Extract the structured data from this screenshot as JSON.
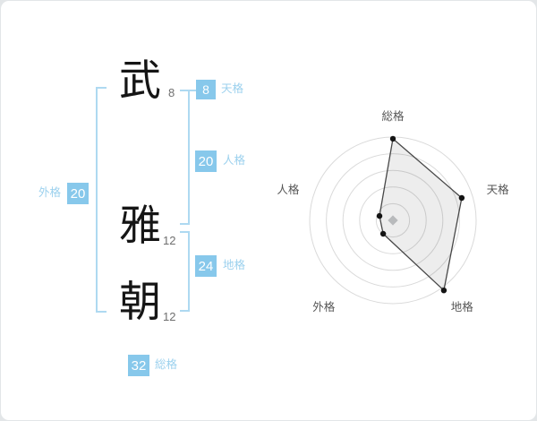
{
  "colors": {
    "accent": "#87c8eb",
    "label": "#9cd1ee",
    "bracket": "#aed9f1"
  },
  "name_display": {
    "chars": [
      {
        "char": "武",
        "strokes": "8"
      },
      {
        "char": "雅",
        "strokes": "12"
      },
      {
        "char": "朝",
        "strokes": "12"
      }
    ]
  },
  "scores": {
    "tenkaku": {
      "label": "天格",
      "value": "8"
    },
    "jinkaku": {
      "label": "人格",
      "value": "20"
    },
    "chikaku": {
      "label": "地格",
      "value": "24"
    },
    "gaikaku": {
      "label": "外格",
      "value": "20"
    },
    "soukaku": {
      "label": "総格",
      "value": "32"
    }
  },
  "chart_data": {
    "type": "radar",
    "categories": [
      "総格",
      "天格",
      "地格",
      "外格",
      "人格"
    ],
    "series": [
      {
        "name": "",
        "values": [
          0.98,
          0.87,
          1.04,
          0.2,
          0.17
        ]
      }
    ],
    "value_unit": "fraction_of_max_radius",
    "rings": 5,
    "start": "top",
    "direction": "clockwise",
    "grid": "concentric-circles",
    "legend": "none"
  }
}
